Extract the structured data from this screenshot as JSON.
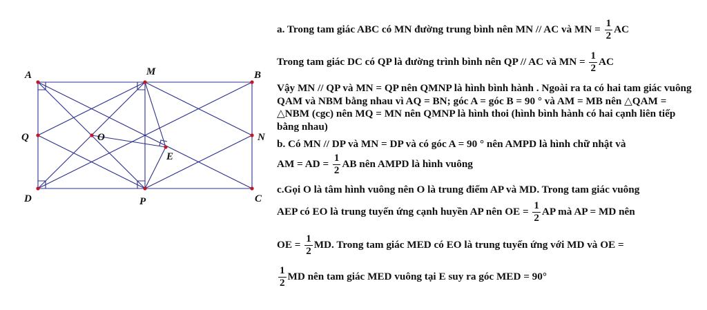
{
  "figure": {
    "points": {
      "A": "A",
      "M": "M",
      "B": "B",
      "Q": "Q",
      "O": "O",
      "N": "N",
      "E": "E",
      "D": "D",
      "P": "P",
      "C": "C"
    },
    "colors": {
      "line": "#2b2f8f",
      "point": "#c0182a",
      "label": "#111111"
    }
  },
  "solution": {
    "l1": {
      "pre": "a. Trong tam giác ABC có MN đường trung bình nên MN // AC và MN =",
      "num": "1",
      "den": "2",
      "post": "AC"
    },
    "l2": {
      "pre": "Trong tam giác DC có QP là đường trình bình nên QP // AC và MN =",
      "num": "1",
      "den": "2",
      "post": "AC"
    },
    "p3": "Vậy MN // QP và MN = QP nên QMNP là hình bình hành . Ngoài ra ta có hai tam giác vuông QAM và NBM bằng nhau vì AQ = BN; góc A = góc B = 90 ° và AM = MB nên △QAM = △NBM (cgc) nên MQ = MN nên QMNP là hình thoi (hình bình hành có hai cạnh liên tiếp bằng nhau)",
    "l4": "b. Có MN // DP và MN = DP và có góc A = 90 ° nên AMPD là hình chữ nhật và",
    "l5": {
      "pre": "AM = AD =",
      "num": "1",
      "den": "2",
      "post": "AB nên AMPD là hình vuông"
    },
    "l6": "c.Gọi O là tâm hình vuông nên O là trung điểm AP và MD. Trong tam giác vuông",
    "l7": {
      "pre": "AEP có EO là trung tuyến ứng cạnh huyền AP nên OE =",
      "num": "1",
      "den": "2",
      "post": "AP mà AP = MD nên"
    },
    "l8": {
      "pre": "OE =",
      "num": "1",
      "den": "2",
      "post": "MD. Trong tam giác MED có EO là trung tuyến ứng với MD và OE ="
    },
    "l9": {
      "num": "1",
      "den": "2",
      "post": "MD nên tam giác MED vuông tại E suy ra góc MED = 90°"
    }
  }
}
